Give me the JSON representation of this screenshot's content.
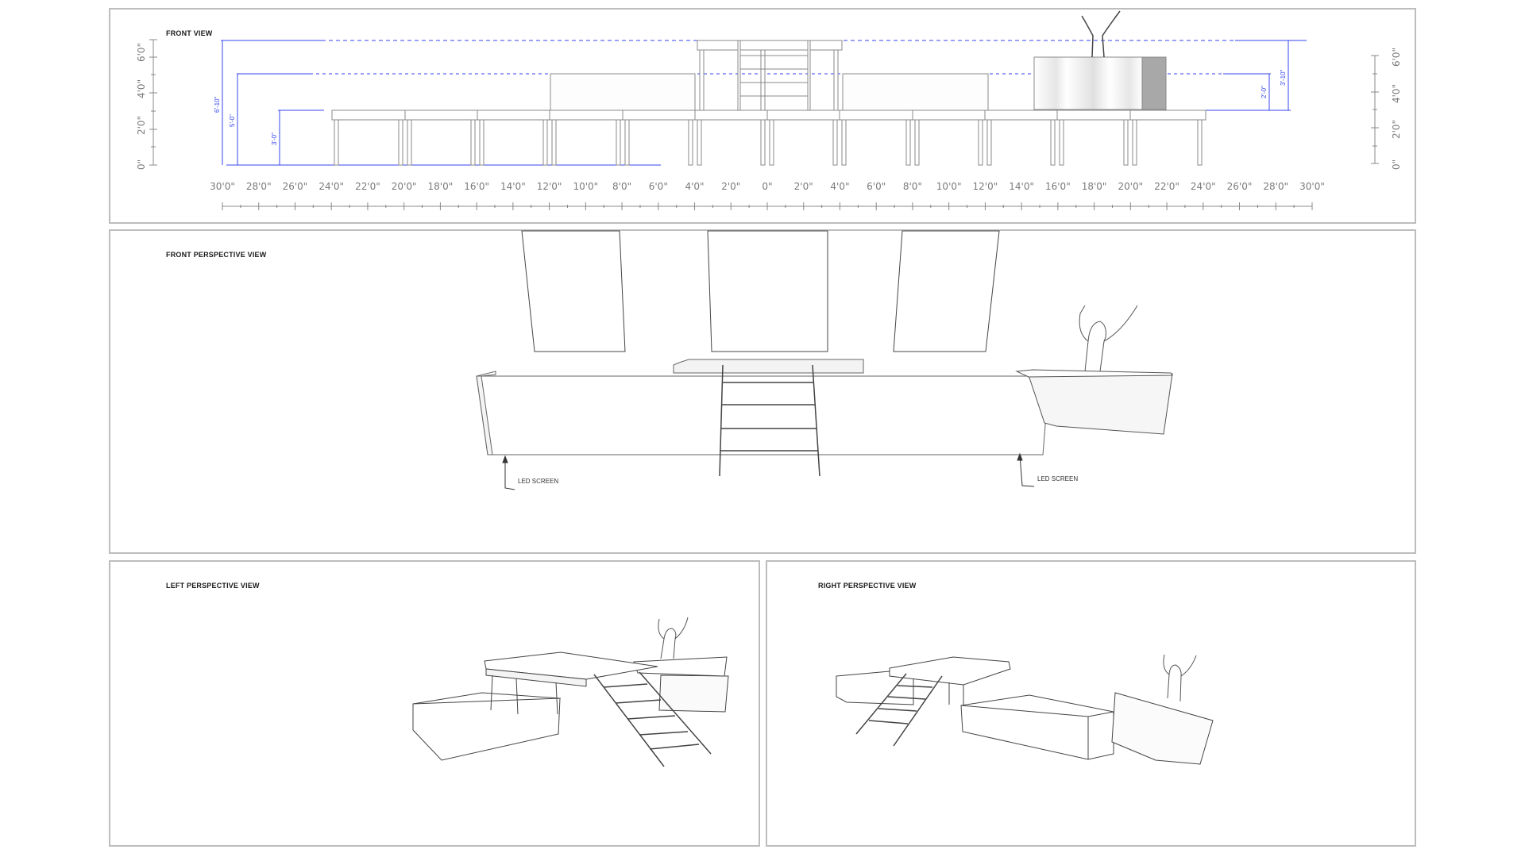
{
  "panels": {
    "front_view": {
      "title": "FRONT VIEW"
    },
    "front_perspective": {
      "title": "FRONT PERSPECTIVE VIEW"
    },
    "left_perspective": {
      "title": "LEFT PERSPECTIVE VIEW"
    },
    "right_perspective": {
      "title": "RIGHT PERSPECTIVE VIEW"
    }
  },
  "front_view": {
    "height_scale_labels": [
      "6'0\"",
      "4'0\"",
      "2'0\"",
      "0\""
    ],
    "horizontal_scale_labels": [
      "30'0\"",
      "28'0\"",
      "26'0\"",
      "24'0\"",
      "22'0\"",
      "20'0\"",
      "18'0\"",
      "16'0\"",
      "14'0\"",
      "12'0\"",
      "10'0\"",
      "8'0\"",
      "6'0\"",
      "4'0\"",
      "2'0\"",
      "0\"",
      "2'0\"",
      "4'0\"",
      "6'0\"",
      "8'0\"",
      "10'0\"",
      "12'0\"",
      "14'0\"",
      "16'0\"",
      "18'0\"",
      "20'0\"",
      "22'0\"",
      "24'0\"",
      "26'0\"",
      "28'0\"",
      "30'0\""
    ],
    "dimensions_left": [
      "6'-10\"",
      "5'-0\"",
      "3'-0\""
    ],
    "dimensions_right": [
      "2'-0\"",
      "3'-10\""
    ]
  },
  "front_perspective": {
    "callouts": [
      "LED SCREEN",
      "LED SCREEN"
    ]
  },
  "colors": {
    "dimension_blue": "#3344ee",
    "panel_border": "#bdbdbd",
    "line_gray": "#8a8a8a"
  }
}
